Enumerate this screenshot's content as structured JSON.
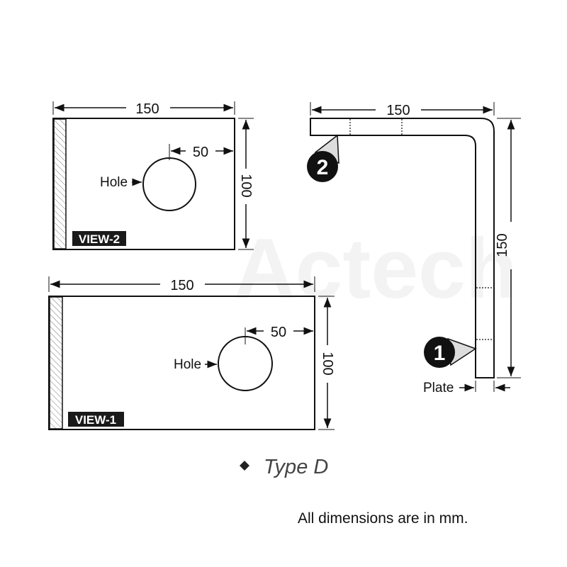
{
  "watermark": "Actech",
  "view2": {
    "label": "VIEW-2",
    "width": "150",
    "height": "100",
    "hole_label": "Hole",
    "hole_offset": "50"
  },
  "view1": {
    "label": "VIEW-1",
    "width": "150",
    "height": "100",
    "hole_label": "Hole",
    "hole_offset": "50"
  },
  "side_view": {
    "width": "150",
    "height": "150",
    "plate_label": "Plate",
    "callout_1": "1",
    "callout_2": "2"
  },
  "type_label": "Type D",
  "note": "All dimensions are in mm."
}
